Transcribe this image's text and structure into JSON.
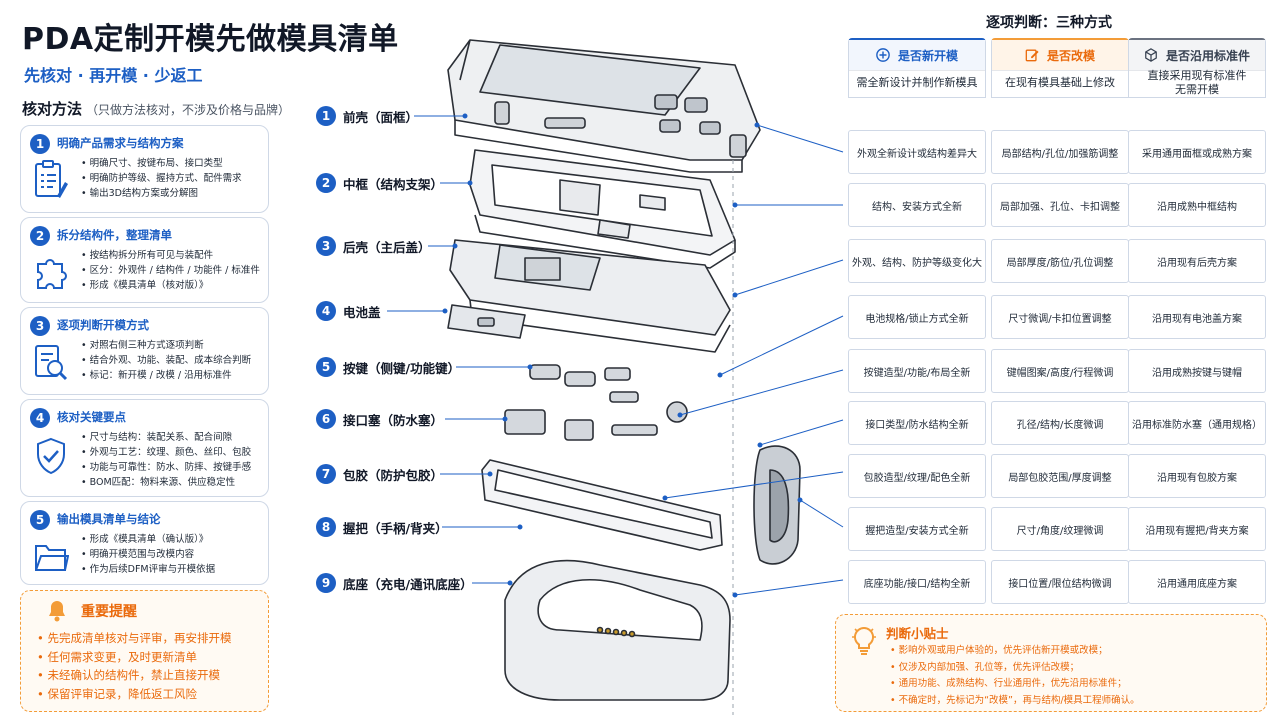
{
  "title": "PDA定制开模先做模具清单",
  "subtitle": "先核对 · 再开模 · 少返工",
  "method": {
    "heading": "核对方法",
    "note": "（只做方法核对，不涉及价格与品牌）",
    "steps": [
      {
        "num": "1",
        "title": "明确产品需求与结构方案",
        "icon": "checklist-icon",
        "items": [
          "明确尺寸、按键布局、接口类型",
          "明确防护等级、握持方式、配件需求",
          "输出3D结构方案或分解图"
        ]
      },
      {
        "num": "2",
        "title": "拆分结构件，整理清单",
        "icon": "puzzle-icon",
        "items": [
          "按结构拆分所有可见与装配件",
          "区分：外观件 / 结构件 / 功能件 / 标准件",
          "形成《模具清单（核对版）》"
        ]
      },
      {
        "num": "3",
        "title": "逐项判断开模方式",
        "icon": "document-search-icon",
        "items": [
          "对照右侧三种方式逐项判断",
          "结合外观、功能、装配、成本综合判断",
          "标记：新开模 / 改模 / 沿用标准件"
        ]
      },
      {
        "num": "4",
        "title": "核对关键要点",
        "icon": "shield-check-icon",
        "items": [
          "尺寸与结构：装配关系、配合间隙",
          "外观与工艺：纹理、颜色、丝印、包胶",
          "功能与可靠性：防水、防摔、按键手感",
          "BOM匹配：物料来源、供应稳定性"
        ]
      },
      {
        "num": "5",
        "title": "输出模具清单与结论",
        "icon": "folder-icon",
        "items": [
          "形成《模具清单（确认版）》",
          "明确开模范围与改模内容",
          "作为后续DFM评审与开模依据"
        ]
      }
    ]
  },
  "warning": {
    "title": "重要提醒",
    "icon": "bell-icon",
    "items": [
      "先完成清单核对与评审，再安排开模",
      "任何需求变更，及时更新清单",
      "未经确认的结构件，禁止直接开模",
      "保留评审记录，降低返工风险"
    ]
  },
  "parts": [
    {
      "num": "1",
      "label": "前壳（面框）"
    },
    {
      "num": "2",
      "label": "中框（结构支架）"
    },
    {
      "num": "3",
      "label": "后壳（主后盖）"
    },
    {
      "num": "4",
      "label": "电池盖"
    },
    {
      "num": "5",
      "label": "按键（侧键/功能键）"
    },
    {
      "num": "6",
      "label": "接口塞（防水塞）"
    },
    {
      "num": "7",
      "label": "包胶（防护包胶）"
    },
    {
      "num": "8",
      "label": "握把（手柄/背夹）"
    },
    {
      "num": "9",
      "label": "底座（充电/通讯底座）"
    }
  ],
  "judgment": {
    "title": "逐项判断：三种方式",
    "columns": [
      {
        "label": "是否新开模",
        "icon": "plus-circle-icon",
        "color": "#1d5fc4",
        "desc": "需全新设计并制作新模具"
      },
      {
        "label": "是否改模",
        "icon": "edit-icon",
        "color": "#ea6a0c",
        "desc": "在现有模具基础上修改"
      },
      {
        "label": "是否沿用标准件",
        "icon": "cube-icon",
        "color": "#374151",
        "desc": "直接采用现有标准件\n无需开模"
      }
    ],
    "rows": [
      [
        "外观全新设计或结构差异大",
        "局部结构/孔位/加强筋调整",
        "采用通用面框或成熟方案"
      ],
      [
        "结构、安装方式全新",
        "局部加强、孔位、卡扣调整",
        "沿用成熟中框结构"
      ],
      [
        "外观、结构、防护等级变化大",
        "局部厚度/筋位/孔位调整",
        "沿用现有后壳方案"
      ],
      [
        "电池规格/锁止方式全新",
        "尺寸微调/卡扣位置调整",
        "沿用现有电池盖方案"
      ],
      [
        "按键造型/功能/布局全新",
        "键帽图案/高度/行程微调",
        "沿用成熟按键与键帽"
      ],
      [
        "接口类型/防水结构全新",
        "孔径/结构/长度微调",
        "沿用标准防水塞（通用规格）"
      ],
      [
        "包胶造型/纹理/配色全新",
        "局部包胶范围/厚度调整",
        "沿用现有包胶方案"
      ],
      [
        "握把造型/安装方式全新",
        "尺寸/角度/纹理微调",
        "沿用现有握把/背夹方案"
      ],
      [
        "底座功能/接口/结构全新",
        "接口位置/限位结构微调",
        "沿用通用底座方案"
      ]
    ]
  },
  "tips": {
    "title": "判断小贴士",
    "icon": "lightbulb-icon",
    "items": [
      "影响外观或用户体验的，优先评估新开模或改模；",
      "仅涉及内部加强、孔位等，优先评估改模；",
      "通用功能、成熟结构、行业通用件，优先沿用标准件；",
      "不确定时，先标记为“改模”，再与结构/模具工程师确认。"
    ]
  },
  "colors": {
    "primary": "#1d5fc4",
    "accent": "#ea6a0c",
    "border": "#cfd8e6"
  }
}
